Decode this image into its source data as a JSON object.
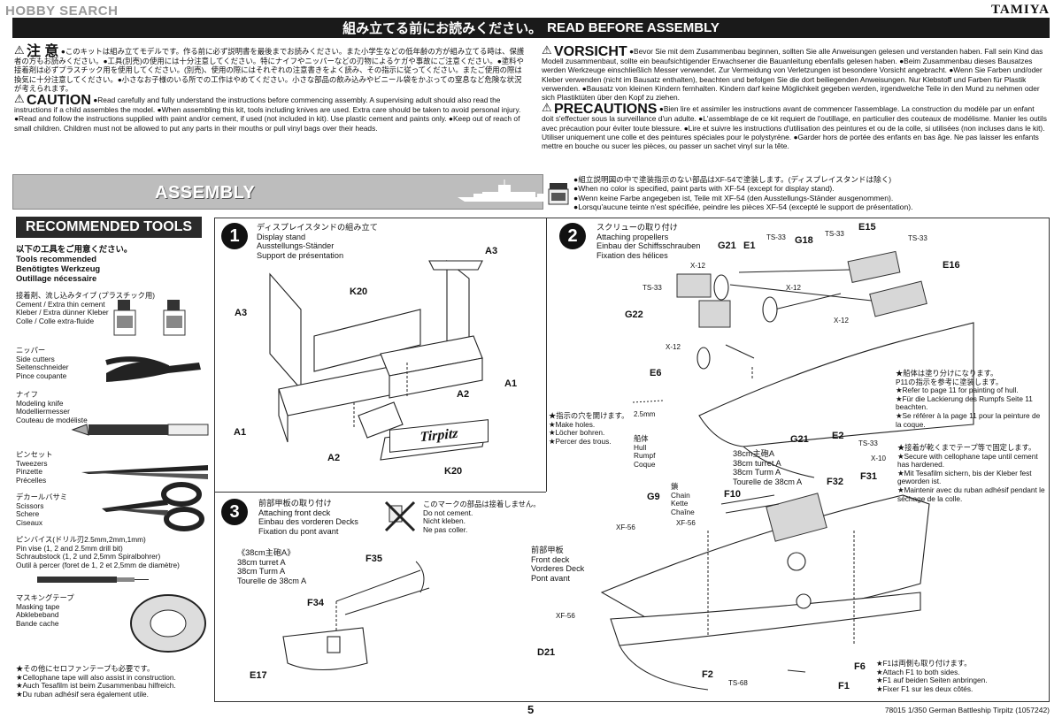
{
  "watermark": "HOBBY SEARCH",
  "brand": "TAMIYA",
  "header": {
    "jp": "組み立てる前にお読みください。",
    "en": "READ BEFORE ASSEMBLY"
  },
  "notices": {
    "jp_title": "注 意",
    "jp_text": "●このキットは組み立てモデルです。作る前に必ず説明書を最後までお読みください。また小学生などの低年齢の方が組み立てる時は、保護者の方もお読みください。●工具(別売)の使用には十分注意してください。特にナイフやニッパーなどの刃物によるケガや事故にご注意ください。●塗料や接着剤は必ずプラスチック用を使用してください。(別売)、使用の際にはそれぞれの注意書きをよく読み、その指示に従ってください。またご使用の際は換気に十分注意してください。●小さなお子様のいる所での工作はやめてください。小さな部品の飲み込みやビニール袋をかぶっての窒息など危険な状況が考えられます。",
    "caution_title": "CAUTION",
    "caution_text": "●Read carefully and fully understand the instructions before commencing assembly. A supervising adult should also read the instructions if a child assembles the model. ●When assembling this kit, tools including knives are used. Extra care should be taken to avoid personal injury. ●Read and follow the instructions supplied with paint and/or cement, if used (not included in kit). Use plastic cement and paints only. ●Keep out of reach of small children. Children must not be allowed to put any parts in their mouths or pull vinyl bags over their heads.",
    "vorsicht_title": "VORSICHT",
    "vorsicht_text": "●Bevor Sie mit dem Zusammenbau beginnen, sollten Sie alle Anweisungen gelesen und verstanden haben. Fall sein Kind das Modell zusammenbaut, sollte ein beaufsichtigender Erwachsener die Bauanleitung ebenfalls gelesen haben. ●Beim Zusammenbau dieses Bausatzes werden Werkzeuge einschließlich Messer verwendet. Zur Vermeidung von Verletzungen ist besondere Vorsicht angebracht. ●Wenn Sie Farben und/oder Kleber verwenden (nicht im Bausatz enthalten), beachten und befolgen Sie die dort beiliegenden Anweisungen. Nur Klebstoff und Farben für Plastik verwenden. ●Bausatz von kleinen Kindern fernhalten. Kindern darf keine Möglichkeit gegeben werden, irgendwelche Teile in den Mund zu nehmen oder sich Plastiktüten über den Kopf zu ziehen.",
    "precautions_title": "PRECAUTIONS",
    "precautions_text": "●Bien lire et assimiler les instructions avant de commencer l'assemblage. La construction du modèle par un enfant doit s'effectuer sous la surveillance d'un adulte. ●L'assemblage de ce kit requiert de l'outillage, en particulier des couteaux de modélisme. Manier les outils avec précaution pour éviter toute blessure. ●Lire et suivre les instructions d'utilisation des peintures et ou de la colle, si utilisées (non incluses dans le kit). Utiliser uniquement une colle et des peintures spéciales pour le polystyrène. ●Garder hors de portée des enfants en bas âge. Ne pas laisser les enfants mettre en bouche ou sucer les pièces, ou passer un sachet vinyl sur la tête."
  },
  "assembly_title": "ASSEMBLY",
  "paint_note": [
    "●組立説明図の中で塗装指示のない部品はXF-54で塗装します。(ディスプレイスタンドは除く)",
    "●When no color is specified, paint parts with XF-54 (except for display stand).",
    "●Wenn keine Farbe angegeben ist, Teile mit XF-54 (den Ausstellungs-Ständer ausgenommen).",
    "●Lorsqu'aucune teinte n'est spécifiée, peindre les pièces XF-54 (excepté le support de présentation)."
  ],
  "tools": {
    "heading": "RECOMMENDED TOOLS",
    "intro": [
      "以下の工具をご用意ください。",
      "Tools recommended",
      "Benötigtes Werkzeug",
      "Outillage nécessaire"
    ],
    "items": [
      {
        "lines": [
          "接着剤、流し込みタイプ (プラスチック用)",
          "Cement / Extra thin cement",
          "Kleber / Extra dünner Kleber",
          "Colle / Colle extra-fluide"
        ]
      },
      {
        "lines": [
          "ニッパー",
          "Side cutters",
          "Seitenschneider",
          "Pince coupante"
        ]
      },
      {
        "lines": [
          "ナイフ",
          "Modeling knife",
          "Modelliermesser",
          "Couteau de modéliste"
        ]
      },
      {
        "lines": [
          "ピンセット",
          "Tweezers",
          "Pinzette",
          "Précelles"
        ]
      },
      {
        "lines": [
          "デカールバサミ",
          "Scissors",
          "Schere",
          "Ciseaux"
        ]
      },
      {
        "lines": [
          "ピンバイス(ドリル刃2.5mm,2mm,1mm)",
          "Pin vise (1, 2 and 2.5mm drill bit)",
          "Schraubstock (1, 2 und 2,5mm Spiralbohrer)",
          "Outil à percer (foret de 1, 2 et 2,5mm de diamètre)"
        ]
      },
      {
        "lines": [
          "マスキングテープ",
          "Masking tape",
          "Abklebeband",
          "Bande cache"
        ]
      }
    ],
    "footnote": [
      "★その他にセロファンテープも必要です。",
      "★Cellophane tape will also assist in construction.",
      "★Auch Tesafilm ist beim Zusammenbau hilfreich.",
      "★Du ruban adhésif sera également utile."
    ]
  },
  "step1": {
    "num": "1",
    "title": [
      "ディスプレイスタンドの組み立て",
      "Display stand",
      "Ausstellungs-Ständer",
      "Support de présentation"
    ],
    "labels": {
      "a3_left": "A3",
      "a3_right": "A3",
      "k20_top": "K20",
      "k20_bottom": "K20",
      "a1_left": "A1",
      "a1_right": "A1",
      "a2_left": "A2",
      "a2_right": "A2"
    },
    "nameplate": "Tirpitz"
  },
  "step2": {
    "num": "2",
    "title": [
      "スクリューの取り付け",
      "Attaching propellers",
      "Einbau der Schiffsschrauben",
      "Fixation des hélices"
    ],
    "labels": {
      "g21a": "G21",
      "e1": "E1",
      "ts33a": "TS-33",
      "g18": "G18",
      "ts33b": "TS-33",
      "e15": "E15",
      "ts33c": "TS-33",
      "e16": "E16",
      "x12a": "X-12",
      "ts33d": "TS-33",
      "x12b": "X-12",
      "g22": "G22",
      "x12c": "X-12",
      "x12d": "X-12",
      "e6": "E6",
      "g21b": "G21",
      "e2": "E2",
      "ts33e": "TS-33",
      "drill": "2.5mm"
    },
    "holes_note": [
      "★指示の穴を開けます。",
      "★Make holes.",
      "★Löcher bohren.",
      "★Percer des trous."
    ],
    "hull_label": [
      "船体",
      "Hull",
      "Rumpf",
      "Coque"
    ],
    "paint_hull": [
      "★船体は塗り分けになります。",
      "P11の指示を参考に塗装します。",
      "★Refer to page 11 for painting of hull.",
      "★Für die Lackierung des Rumpfs Seite 11 beachten.",
      "★Se référer à la page 11 pour la peinture de la coque."
    ]
  },
  "step3": {
    "num": "3",
    "title": [
      "前部甲板の取り付け",
      "Attaching front deck",
      "Einbau des vorderen Decks",
      "Fixation du pont avant"
    ],
    "nocement": [
      "このマークの部品は接着しません。",
      "Do not cement.",
      "Nicht kleben.",
      "Ne pas coller."
    ],
    "turret_inset": [
      "《38cm主砲A》",
      "38cm turret A",
      "38cm Turm A",
      "Tourelle de 38cm A"
    ],
    "turret_main": [
      "38cm主砲A",
      "38cm turret A",
      "38cm Turm A",
      "Tourelle de 38cm A"
    ],
    "chain": [
      "鎖",
      "Chain",
      "Kette",
      "Chaîne"
    ],
    "front_deck": [
      "前部甲板",
      "Front deck",
      "Vorderes Deck",
      "Pont avant"
    ],
    "tape_note": [
      "★接着が乾くまでテープ等で固定します。",
      "★Secure with cellophane tape until cement has hardened.",
      "★Mit Tesafilm sichern, bis der Kleber fest geworden ist.",
      "★Maintenir avec du ruban adhésif pendant le séchage de la colle."
    ],
    "f1_note": [
      "★F1は両側も取り付けます。",
      "★Attach F1 to both sides.",
      "★F1 auf beiden Seiten anbringen.",
      "★Fixer F1 sur les deux côtés."
    ],
    "labels": {
      "f35": "F35",
      "f34": "F34",
      "e17": "E17",
      "g9": "G9",
      "xf56a": "XF-56",
      "xf56b": "XF-56",
      "f10": "F10",
      "xf56c": "XF-56",
      "d21": "D21",
      "f2": "F2",
      "ts68": "TS-68",
      "f6": "F6",
      "f1": "F1",
      "f32": "F32",
      "x10": "X-10",
      "f31": "F31"
    }
  },
  "footer": {
    "page": "5",
    "code": "78015 1/350 German Battleship Tirpitz (1057242)"
  }
}
